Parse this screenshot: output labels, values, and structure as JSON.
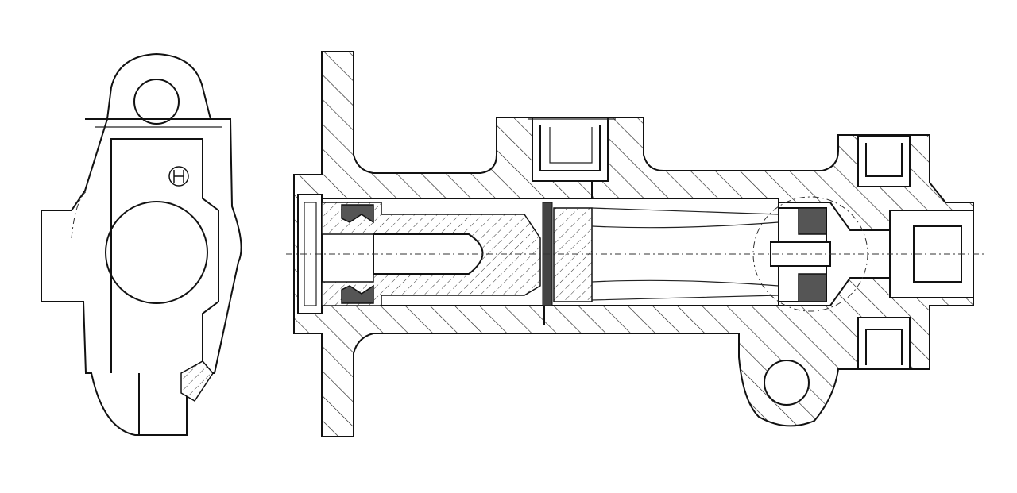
{
  "drawing": {
    "views": [
      "end-view",
      "longitudinal-section"
    ],
    "logo": "H",
    "colors": {
      "line": "#111111",
      "background": "#ffffff"
    }
  }
}
